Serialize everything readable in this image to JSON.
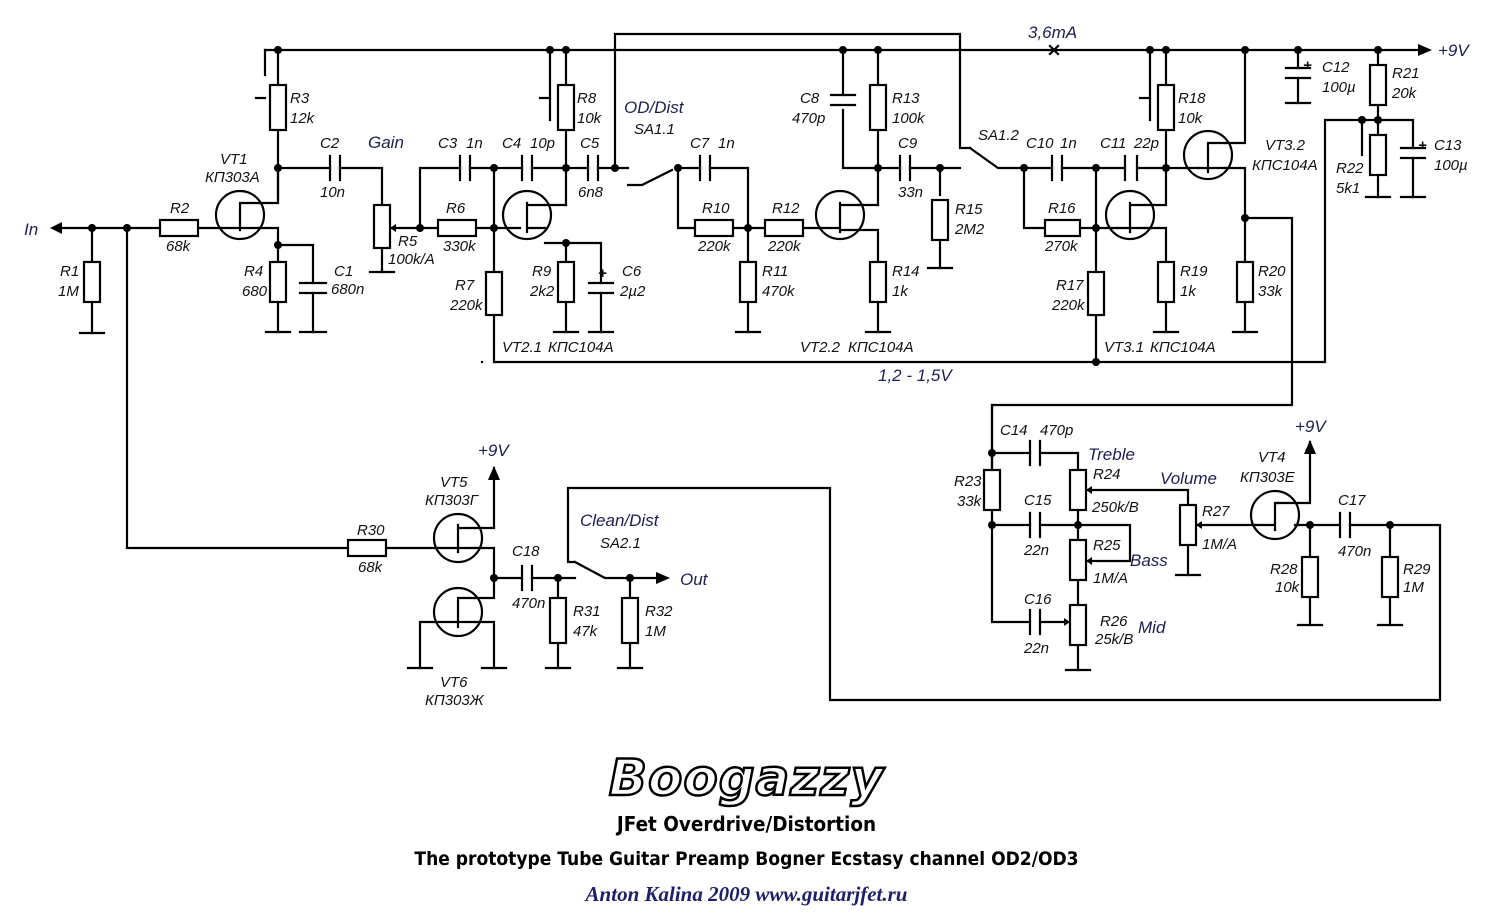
{
  "title": {
    "logo": "Boogazzy",
    "subtitle": "JFet Overdrive/Distortion",
    "description": "The prototype Tube Guitar Preamp Bogner Ecstasy channel OD2/OD3",
    "credit": "Anton Kalina  2009  www.guitarjfet.ru"
  },
  "signals": {
    "input": "In",
    "output": "Out",
    "supply_main": "+9V",
    "supply_vt5": "+9V",
    "supply_vt4": "+9V",
    "current": "3,6mA",
    "bias_voltage": "1,2 - 1,5V"
  },
  "controls": {
    "gain": "Gain",
    "od_dist": "OD/Dist",
    "clean_dist": "Clean/Dist",
    "treble": "Treble",
    "bass": "Bass",
    "mid": "Mid",
    "volume": "Volume"
  },
  "switches": {
    "sa1_1": "SA1.1",
    "sa1_2": "SA1.2",
    "sa2_1": "SA2.1"
  },
  "transistors": {
    "vt1": {
      "ref": "VT1",
      "part": "КП303А"
    },
    "vt2_1": {
      "ref": "VT2.1",
      "part": "КПС104А"
    },
    "vt2_2": {
      "ref": "VT2.2",
      "part": "КПС104А"
    },
    "vt3_1": {
      "ref": "VT3.1",
      "part": "КПС104А"
    },
    "vt3_2": {
      "ref": "VT3.2",
      "part": "КПС104А"
    },
    "vt4": {
      "ref": "VT4",
      "part": "КП303Е"
    },
    "vt5": {
      "ref": "VT5",
      "part": "КП303Г"
    },
    "vt6": {
      "ref": "VT6",
      "part": "КП303Ж"
    }
  },
  "resistors": {
    "r1": {
      "ref": "R1",
      "value": "1M"
    },
    "r2": {
      "ref": "R2",
      "value": "68k"
    },
    "r3": {
      "ref": "R3",
      "value": "12k"
    },
    "r4": {
      "ref": "R4",
      "value": "680"
    },
    "r5": {
      "ref": "R5",
      "value": "100k/A"
    },
    "r6": {
      "ref": "R6",
      "value": "330k"
    },
    "r7": {
      "ref": "R7",
      "value": "220k"
    },
    "r8": {
      "ref": "R8",
      "value": "10k"
    },
    "r9": {
      "ref": "R9",
      "value": "2k2"
    },
    "r10": {
      "ref": "R10",
      "value": "220k"
    },
    "r11": {
      "ref": "R11",
      "value": "470k"
    },
    "r12": {
      "ref": "R12",
      "value": "220k"
    },
    "r13": {
      "ref": "R13",
      "value": "100k"
    },
    "r14": {
      "ref": "R14",
      "value": "1k"
    },
    "r15": {
      "ref": "R15",
      "value": "2M2"
    },
    "r16": {
      "ref": "R16",
      "value": "270k"
    },
    "r17": {
      "ref": "R17",
      "value": "220k"
    },
    "r18": {
      "ref": "R18",
      "value": "10k"
    },
    "r19": {
      "ref": "R19",
      "value": "1k"
    },
    "r20": {
      "ref": "R20",
      "value": "33k"
    },
    "r21": {
      "ref": "R21",
      "value": "20k"
    },
    "r22": {
      "ref": "R22",
      "value": "5k1"
    },
    "r23": {
      "ref": "R23",
      "value": "33k"
    },
    "r24": {
      "ref": "R24",
      "value": "250k/B"
    },
    "r25": {
      "ref": "R25",
      "value": "1M/A"
    },
    "r26": {
      "ref": "R26",
      "value": "25k/B"
    },
    "r27": {
      "ref": "R27",
      "value": "1M/A"
    },
    "r28": {
      "ref": "R28",
      "value": "10k"
    },
    "r29": {
      "ref": "R29",
      "value": "1M"
    },
    "r30": {
      "ref": "R30",
      "value": "68k"
    },
    "r31": {
      "ref": "R31",
      "value": "47k"
    },
    "r32": {
      "ref": "R32",
      "value": "1M"
    }
  },
  "capacitors": {
    "c1": {
      "ref": "C1",
      "value": "680n"
    },
    "c2": {
      "ref": "C2",
      "value": "10n"
    },
    "c3": {
      "ref": "C3",
      "value": "1n"
    },
    "c4": {
      "ref": "C4",
      "value": "10p"
    },
    "c5": {
      "ref": "C5",
      "value": "6n8"
    },
    "c6": {
      "ref": "C6",
      "value": "2µ2"
    },
    "c7": {
      "ref": "C7",
      "value": "1n"
    },
    "c8": {
      "ref": "C8",
      "value": "470p"
    },
    "c9": {
      "ref": "C9",
      "value": "33n"
    },
    "c10": {
      "ref": "C10",
      "value": "1n"
    },
    "c11": {
      "ref": "C11",
      "value": "22p"
    },
    "c12": {
      "ref": "C12",
      "value": "100µ"
    },
    "c13": {
      "ref": "C13",
      "value": "100µ"
    },
    "c14": {
      "ref": "C14",
      "value": "470p"
    },
    "c15": {
      "ref": "C15",
      "value": "22n"
    },
    "c16": {
      "ref": "C16",
      "value": "22n"
    },
    "c17": {
      "ref": "C17",
      "value": "470n"
    },
    "c18": {
      "ref": "C18",
      "value": "470n"
    }
  }
}
